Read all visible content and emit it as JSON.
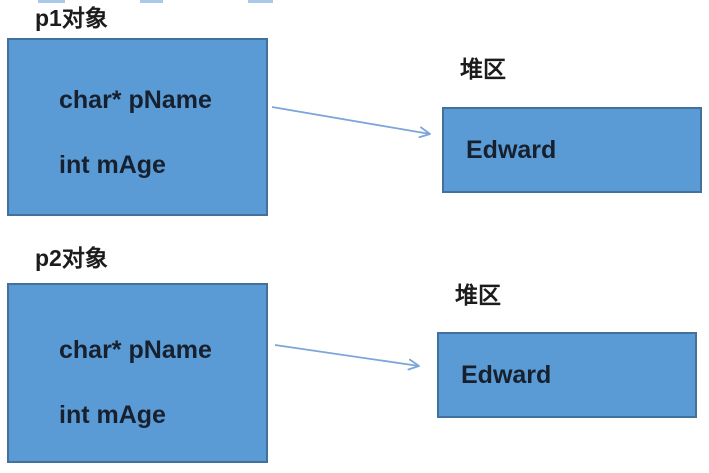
{
  "colors": {
    "box_fill": "#5B9BD5",
    "box_border": "#41719C",
    "arrow": "#7CA6D9",
    "label_text": "#1c1c1c",
    "box_text": "#16202e",
    "fragment": "#aac8ea"
  },
  "sections": [
    {
      "object_label": "p1对象",
      "fields": [
        "char* pName",
        "int mAge"
      ],
      "heap_label": "堆区",
      "heap_value": "Edward"
    },
    {
      "object_label": "p2对象",
      "fields": [
        "char* pName",
        "int mAge"
      ],
      "heap_label": "堆区",
      "heap_value": "Edward"
    }
  ]
}
